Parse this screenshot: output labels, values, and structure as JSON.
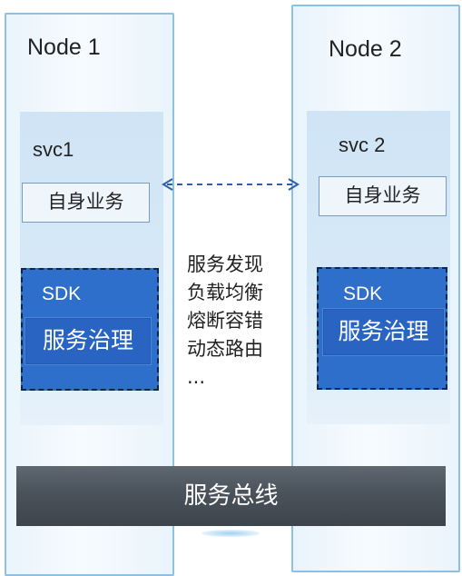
{
  "nodes": [
    {
      "title": "Node 1",
      "service": {
        "name": "svc1",
        "business": "自身业务",
        "sdk": {
          "label": "SDK",
          "governance": "服务治理"
        }
      }
    },
    {
      "title": "Node 2",
      "service": {
        "name": "svc 2",
        "business": "自身业务",
        "sdk": {
          "label": "SDK",
          "governance": "服务治理"
        }
      }
    }
  ],
  "capabilities": [
    "服务发现",
    "负载均衡",
    "熔断容错",
    "动态路由",
    "..."
  ],
  "bus": {
    "label": "服务总线"
  },
  "colors": {
    "node_border": "#8ec0e6",
    "svc_fill": "#d7e9f7",
    "sdk_fill": "#2f6fcc",
    "governance_fill": "#2a64c2",
    "bus_fill": "#4a525b",
    "arrow": "#2f5fa8"
  }
}
